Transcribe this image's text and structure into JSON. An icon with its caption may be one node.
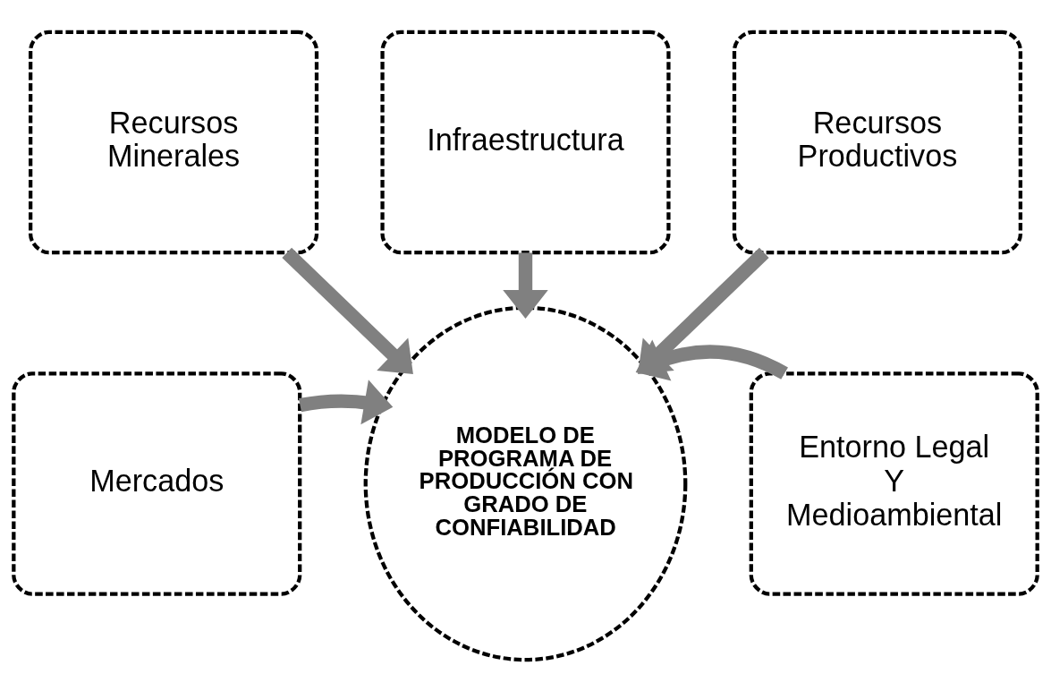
{
  "diagram": {
    "nodes": [
      {
        "text": [
          "Infraestructura"
        ]
      },
      {
        "text": [
          "Recursos Minerales"
        ]
      },
      {
        "text": [
          "Recursos Productivos"
        ]
      },
      {
        "text": [
          "Mercados"
        ]
      },
      {
        "text": [
          "MODELO DE PROGRAMA DE PRODUCCIÓN CON GRADO DE CONFIABILIDAD"
        ]
      },
      {
        "text": [
          "Entorno Legal Y Medioambiental"
        ]
      }
    ],
    "edges": [
      {
        "from": 0,
        "to": 4,
        "arrow": "to"
      },
      {
        "from": 1,
        "to": 4,
        "arrow": "to"
      },
      {
        "from": 2,
        "to": 4,
        "arrow": "to"
      },
      {
        "from": 3,
        "to": 4,
        "arrow": "to"
      },
      {
        "from": 5,
        "to": 4,
        "arrow": "to"
      }
    ]
  }
}
